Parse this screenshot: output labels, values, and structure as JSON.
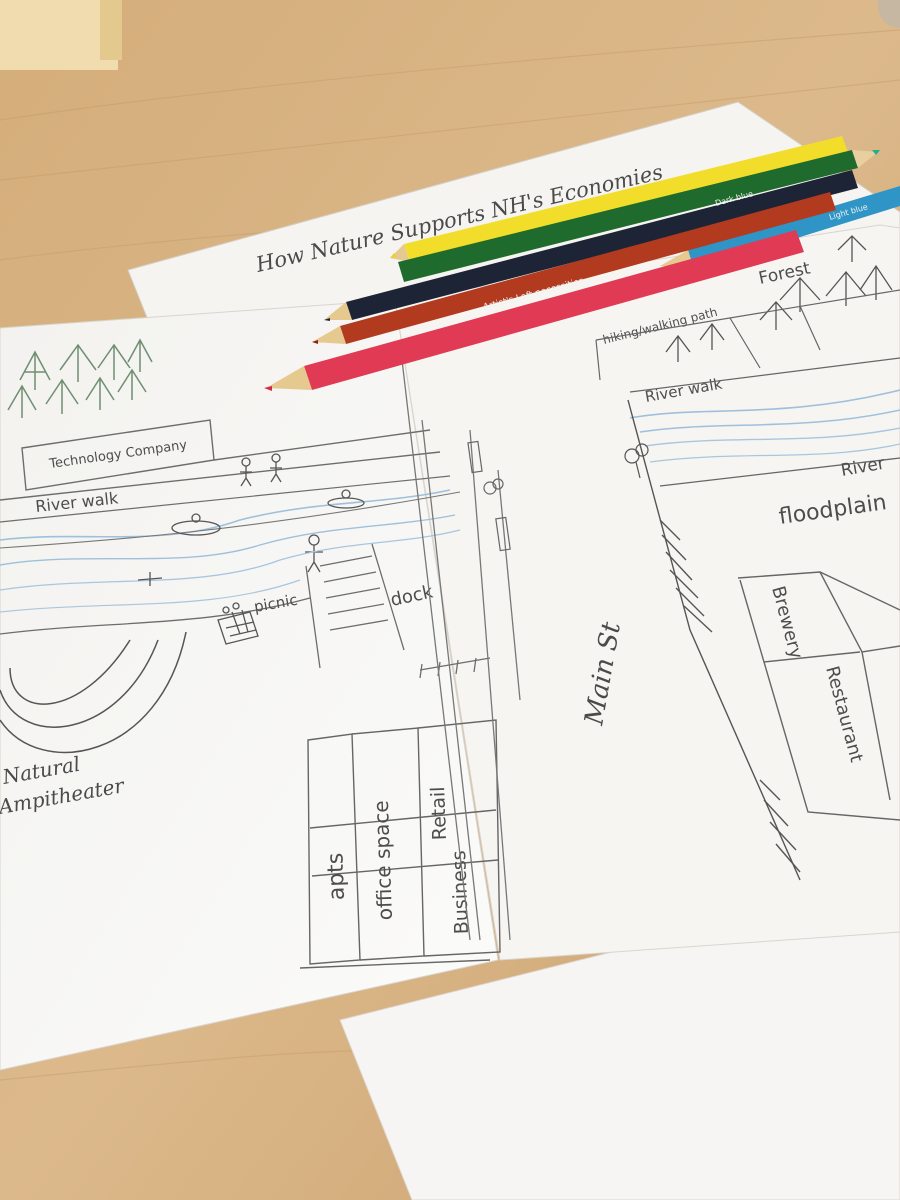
{
  "top_sheet": {
    "title": "How Nature Supports NH's Economies"
  },
  "left_sheet": {
    "labels": {
      "technology_company": "Technology Company",
      "river_walk": "River walk",
      "picnic": "picnic",
      "dock": "dock",
      "natural_amphitheater_line1": "Natural",
      "natural_amphitheater_line2": "Ampitheater",
      "apts": "apts",
      "office_space": "office space",
      "retail": "Retail",
      "business": "Business"
    }
  },
  "middle_sheet": {
    "labels": {
      "main_st": "Main St"
    }
  },
  "right_sheet": {
    "labels": {
      "forest": "Forest",
      "hiking": "hiking/walking path",
      "river_walk": "River walk",
      "river": "River",
      "floodplain": "floodplain",
      "brewery": "Brewery",
      "restaurant": "Restaurant"
    }
  },
  "pencils": [
    {
      "color": "#f2de2a",
      "label": ""
    },
    {
      "color": "#1f6b2e",
      "label": ""
    },
    {
      "color": "#1d2436",
      "label": "Dark blue"
    },
    {
      "color": "#2f95c6",
      "label": "Light blue"
    },
    {
      "color": "#b23a1f",
      "label": "Artist's Loft necessities"
    },
    {
      "color": "#e13a55",
      "label": ""
    }
  ],
  "palette": {
    "table": "#d9b586",
    "paper": "#f7f6f4",
    "pencil_line": "#6d6d6d",
    "water": "#9fc0dc",
    "trees": "#6f8f72"
  }
}
